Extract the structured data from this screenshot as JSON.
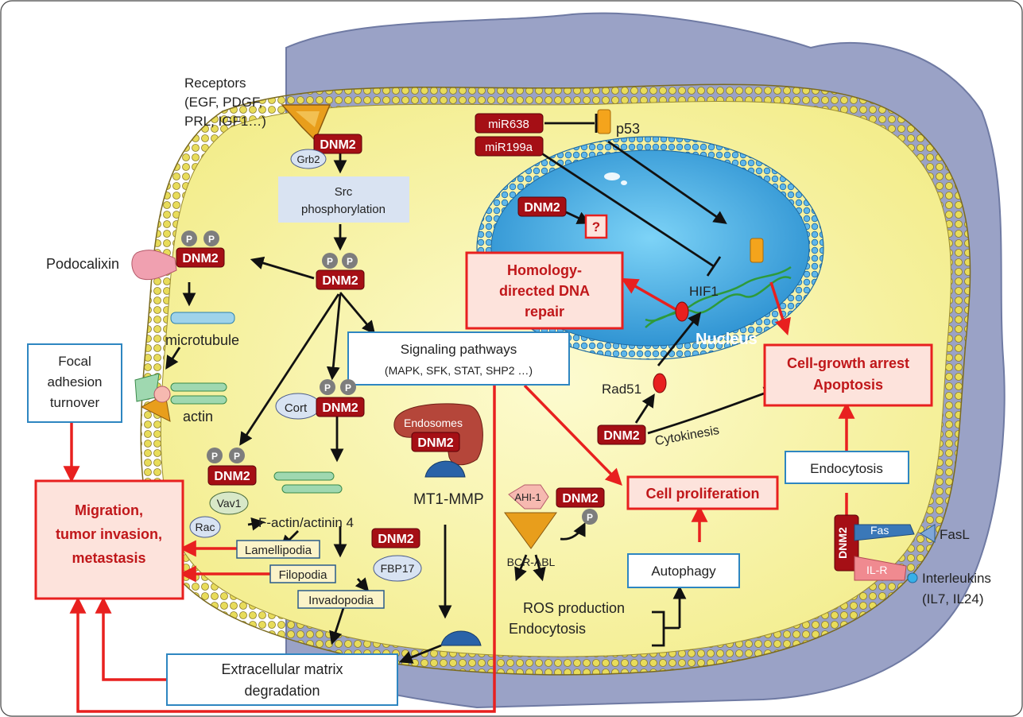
{
  "labels": {
    "receptors": "Receptors",
    "receptors_list1": "(EGF, PDGF,",
    "receptors_list2": "PRL, IGF1…)",
    "dnm2": "DNM2",
    "grb2": "Grb2",
    "src1": "Src",
    "src2": "phosphorylation",
    "p": "P",
    "podocalixin": "Podocalixin",
    "microtubule": "microtubule",
    "focal1": "Focal",
    "focal2": "adhesion",
    "focal3": "turnover",
    "actin": "actin",
    "signaling1": "Signaling pathways",
    "signaling2": "(MAPK, SFK, STAT, SHP2 …)",
    "endosomes": "Endosomes",
    "cort": "Cort",
    "factin": "F-actin/actinin 4",
    "vav1": "Vav1",
    "rac": "Rac",
    "mt1mmp": "MT1-MMP",
    "fbp17": "FBP17",
    "lamellipodia": "Lamellipodia",
    "filopodia": "Filopodia",
    "invadopodia": "Invadopodia",
    "migration1": "Migration,",
    "migration2": "tumor invasion,",
    "migration3": "metastasis",
    "ecm1": "Extracellular matrix",
    "ecm2": "degradation",
    "mir638": "miR638",
    "mir199a": "miR199a",
    "p53": "p53",
    "question": "?",
    "hdr1": "Homology-",
    "hdr2": "directed DNA",
    "hdr3": "repair",
    "hif1": "HIF1",
    "nucleus": "Nucleus",
    "rad51": "Rad51",
    "cytokinesis": "Cytokinesis",
    "cellgrowth1": "Cell-growth arrest",
    "cellgrowth2": "Apoptosis",
    "cellprolif": "Cell proliferation",
    "ahi1": "AHI-1",
    "bcrabl": "BCR-ABL",
    "ros": "ROS production",
    "endocytosis": "Endocytosis",
    "autophagy": "Autophagy",
    "fas": "Fas",
    "fasl": "FasL",
    "ilr": "IL-R",
    "interleukins1": "Interleukins",
    "interleukins2": "(IL7, IL24)"
  },
  "colors": {
    "cell_fill": "#fbf7b6",
    "nucleus_fill": "#3aa7e0",
    "outer_cell": "#9fa6c8",
    "dnm2_fill": "#a50f15",
    "red_arrow": "#e8201f",
    "blue_box": "#2e86c1",
    "pink_box_fill": "#fde3dc"
  }
}
